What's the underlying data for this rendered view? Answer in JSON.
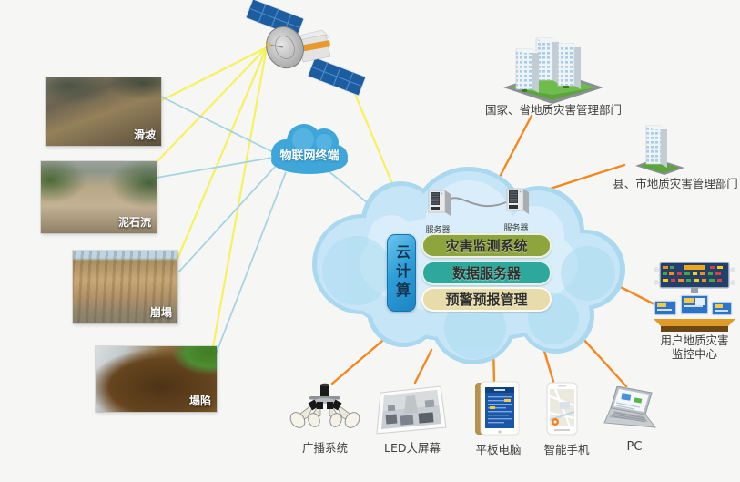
{
  "colors": {
    "background": "#f6f7f5",
    "line_yellow": "#f8f155",
    "line_blue": "#a6d4e2",
    "line_orange": "#f6871f",
    "iot_cloud_blue": "#3fa6da",
    "big_cloud_blue": "#c6e5f6"
  },
  "satellite": {
    "name": "communication-satellite"
  },
  "iot_cloud": {
    "label": "物联网终端"
  },
  "photos": [
    {
      "label": "滑坡"
    },
    {
      "label": "泥石流"
    },
    {
      "label": "崩塌"
    },
    {
      "label": "塌陷"
    }
  ],
  "cloud": {
    "vertical_label": "云计算",
    "servers": [
      {
        "label": "服务器"
      },
      {
        "label": "服务器"
      }
    ],
    "modules": [
      {
        "label": "灾害监测系统",
        "color": "#8ea43c"
      },
      {
        "label": "数据服务器",
        "color": "#2fa89c"
      },
      {
        "label": "预警预报管理",
        "color": "#e9dcab"
      }
    ]
  },
  "entities": {
    "national": {
      "label": "国家、省地质灾害管理部门"
    },
    "county": {
      "label": "县、市地质灾害管理部门"
    },
    "monitoring_center": {
      "label_line1": "用户地质灾害",
      "label_line2": "监控中心"
    }
  },
  "devices": [
    {
      "label": "广播系统"
    },
    {
      "label": "LED大屏幕"
    },
    {
      "label": "平板电脑"
    },
    {
      "label": "智能手机"
    },
    {
      "label": "PC"
    }
  ]
}
